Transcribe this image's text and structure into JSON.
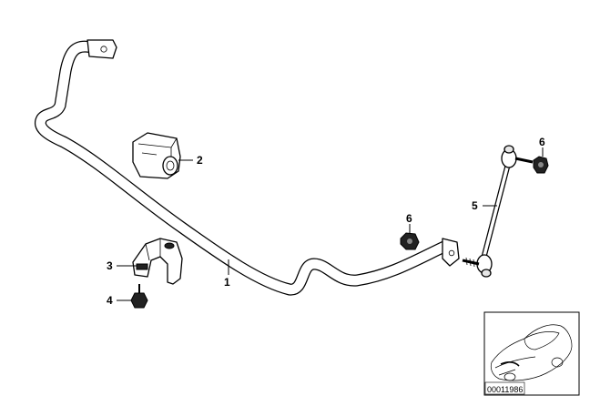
{
  "callouts": {
    "c1": "1",
    "c2": "2",
    "c3": "3",
    "c4": "4",
    "c5": "5",
    "c6a": "6",
    "c6b": "6"
  },
  "inset": {
    "image_id": "00011986"
  }
}
